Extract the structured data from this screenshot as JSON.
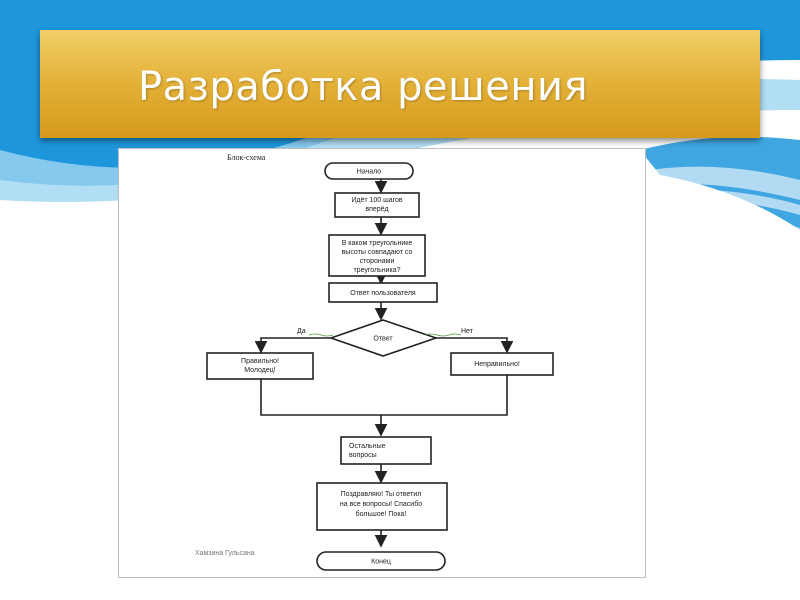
{
  "slide": {
    "title": "Разработка решения"
  },
  "diagram": {
    "heading": "Блок-схема",
    "author": "Хамзина Гульсана",
    "start": "Начало",
    "step1": [
      "Идёт 100 шагов",
      "вперёд"
    ],
    "question": [
      "В каком треугольнике",
      "высоты совпадают со",
      "сторонами",
      "треугольника?"
    ],
    "user_answer": "Ответ пользователя",
    "decision": "Ответ",
    "yes_label": "Да",
    "no_label": "Нет",
    "correct": [
      "Правильно!",
      "Молодец!"
    ],
    "wrong": "Неправильно!",
    "rest": [
      "Остальные",
      "вопросы"
    ],
    "final": [
      "Поздравляю! Ты ответил",
      "на все вопросы! Спасибо",
      "большое! Пока!"
    ],
    "end": "Конец"
  },
  "colors": {
    "title_bar": "#e2ae34",
    "wave_blue": "#1e96dc",
    "wave_light": "#9fd6f2"
  }
}
